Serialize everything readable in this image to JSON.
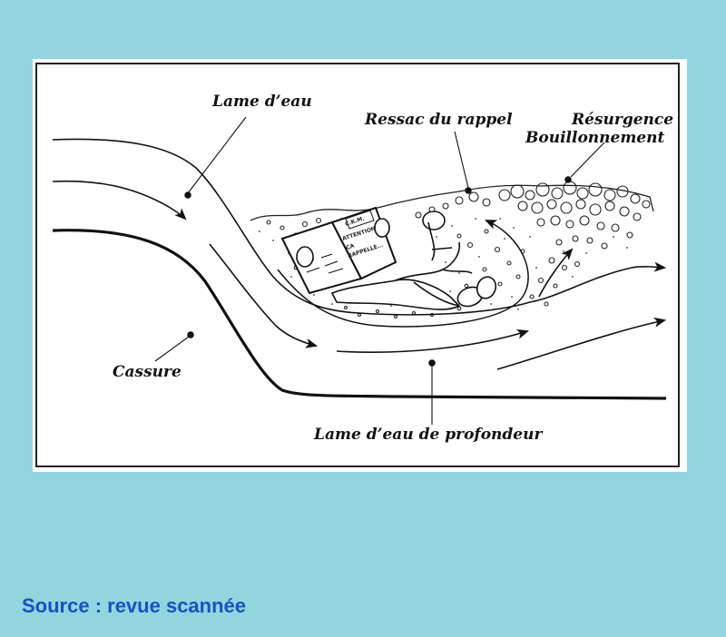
{
  "labels": {
    "lame_eau": "Lame d’eau",
    "ressac": "Ressac du rappel",
    "resurgence": "Résurgence",
    "bouillonnement": "Bouillonnement",
    "cassure": "Cassure",
    "lame_profondeur": "Lame d’eau de profondeur"
  },
  "newspaper": {
    "masthead": "C.K.M.",
    "line1": "ATTENTION",
    "line2": "ÇA",
    "line3": "RAPPELLE..."
  },
  "source": "Source : revue scannée"
}
